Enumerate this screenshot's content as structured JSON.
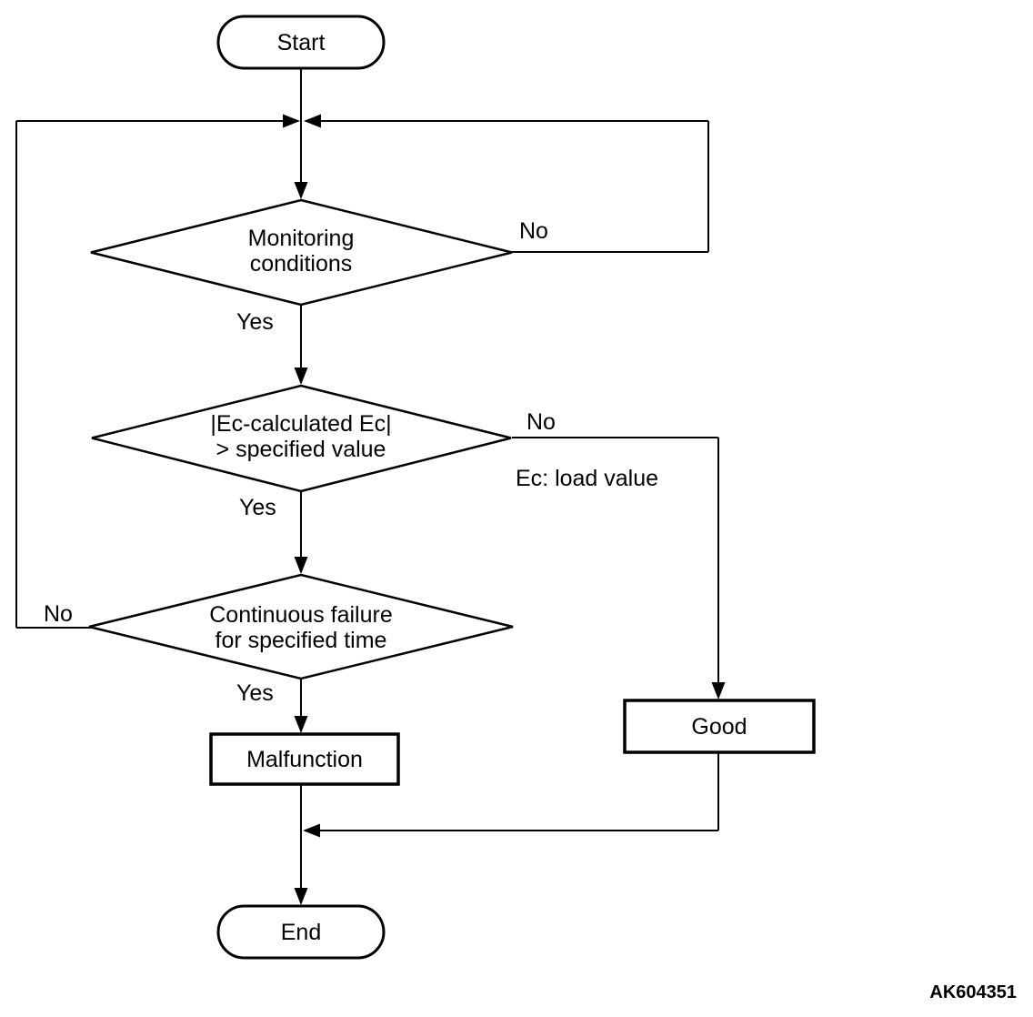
{
  "flowchart": {
    "nodes": {
      "start": "Start",
      "decision_monitoring": "Monitoring\nconditions",
      "decision_ec": "|Ec-calculated Ec|\n> specified value",
      "decision_continuous": "Continuous failure\nfor specified time",
      "malfunction": "Malfunction",
      "good": "Good",
      "end": "End"
    },
    "edge_labels": {
      "monitoring_yes": "Yes",
      "monitoring_no": "No",
      "ec_yes": "Yes",
      "ec_no": "No",
      "continuous_yes": "Yes",
      "continuous_no": "No"
    },
    "annotations": {
      "ec_note": "Ec: load value",
      "figure_code": "AK604351"
    },
    "colors": {
      "line": "#000000",
      "background": "#ffffff",
      "text": "#000000"
    }
  }
}
